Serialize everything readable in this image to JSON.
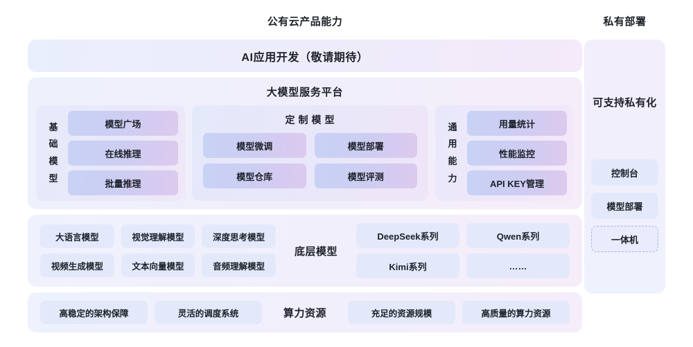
{
  "headers": {
    "public": "公有云产品能力",
    "private": "私有部署"
  },
  "app_band": {
    "title": "AI应用开发（敬请期待）"
  },
  "platform": {
    "title": "大模型服务平台",
    "base_group": {
      "label_chars": [
        "基",
        "础",
        "模",
        "型"
      ],
      "chips": [
        "模型广场",
        "在线推理",
        "批量推理"
      ]
    },
    "custom_group": {
      "title": "定制模型",
      "chips": [
        "模型微调",
        "模型部署",
        "模型仓库",
        "模型评测"
      ]
    },
    "common_group": {
      "label_chars": [
        "通",
        "用",
        "能",
        "力"
      ],
      "chips": [
        "用量统计",
        "性能监控",
        "API KEY管理"
      ]
    }
  },
  "base_models": {
    "title": "底层模型",
    "capabilities": [
      "大语言模型",
      "视觉理解模型",
      "深度思考模型",
      "视频生成模型",
      "文本向量模型",
      "音频理解模型"
    ],
    "families": [
      "DeepSeek系列",
      "Qwen系列",
      "Kimi系列",
      "……"
    ]
  },
  "compute": {
    "title": "算力资源",
    "left_items": [
      "高稳定的架构保障",
      "灵活的调度系统"
    ],
    "right_items": [
      "充足的资源规模",
      "高质量的算力资源"
    ]
  },
  "private": {
    "headline": "可支持私有化",
    "items": [
      "控制台",
      "模型部署",
      "一体机"
    ]
  },
  "colors": {
    "text": "#1d2129",
    "chip_soft": "#e3e9fb",
    "dashed_border": "#a8b4e8",
    "band_start": "#eef1fc",
    "band_end": "#f6edfa"
  }
}
